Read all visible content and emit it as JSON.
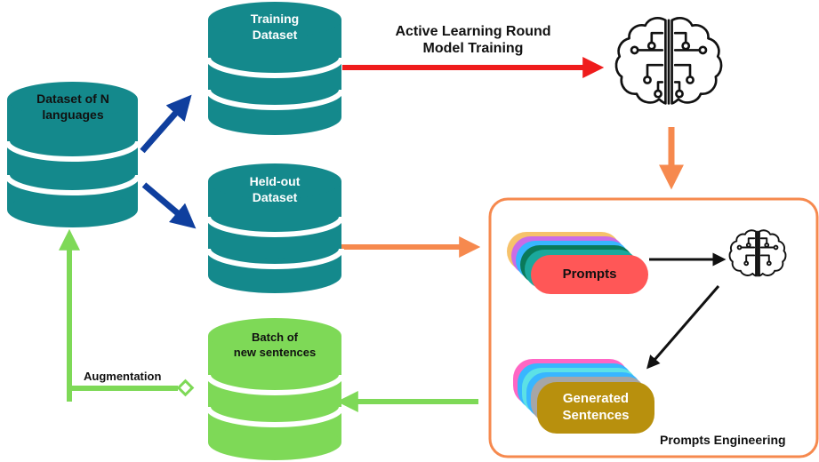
{
  "colors": {
    "db_teal": "#14898c",
    "db_green": "#7ed957",
    "arrow_blue": "#0f3f9e",
    "arrow_red": "#ef1c1c",
    "arrow_orange": "#f6894e",
    "arrow_green": "#7ed957",
    "arrow_black": "#111111",
    "box_border": "#f6894e",
    "prompts_card": "#ff5757",
    "generated_card": "#b8900d"
  },
  "databases": {
    "dataset_n": {
      "label_line1": "Dataset of N",
      "label_line2": "languages"
    },
    "training": {
      "label_line1": "Training",
      "label_line2": "Dataset"
    },
    "heldout": {
      "label_line1": "Held-out",
      "label_line2": "Dataset"
    },
    "batch": {
      "label_line1": "Batch of",
      "label_line2": "new sentences"
    }
  },
  "labels": {
    "active_line1": "Active Learning Round",
    "active_line2": "Model Training",
    "augmentation": "Augmentation",
    "prompts_engineering": "Prompts Engineering"
  },
  "cards": {
    "prompts": "Prompts",
    "generated_line1": "Generated",
    "generated_line2": "Sentences",
    "prompts_stack_colors": [
      "#f6c26b",
      "#cb6ce6",
      "#38b6ff",
      "#0a7a5a",
      "#1aa89c",
      "#ff5757"
    ],
    "generated_stack_colors": [
      "#ff66c4",
      "#38b6ff",
      "#5ce1e6",
      "#38b6ff",
      "#a6a6a6",
      "#b8900d"
    ]
  },
  "icons": {
    "brain_large": "brain-circuit-icon",
    "brain_small": "brain-circuit-icon"
  }
}
